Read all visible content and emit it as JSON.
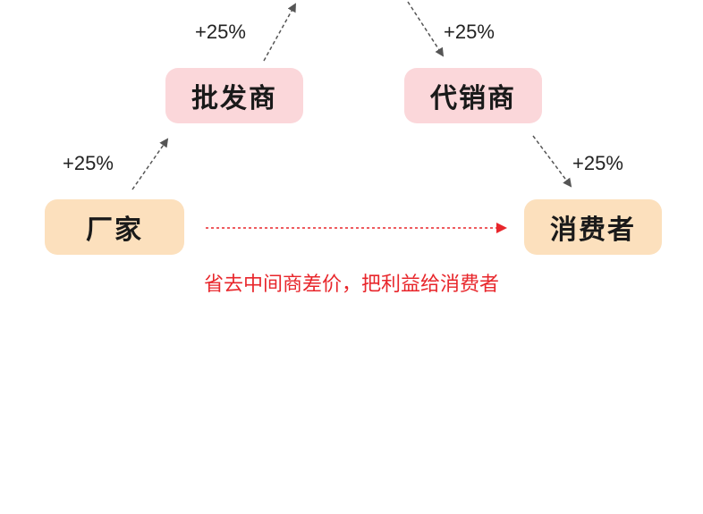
{
  "nodes": {
    "wholesaler": "批发商",
    "distributor": "代销商",
    "factory": "厂家",
    "consumer": "消费者"
  },
  "markups": {
    "factory_to_wholesaler": "+25%",
    "wholesaler_to_top": "+25%",
    "top_to_distributor": "+25%",
    "distributor_to_consumer": "+25%"
  },
  "note": "省去中间商差价，把利益给消费者",
  "colors": {
    "middleman_box": "#fbd7da",
    "endpoint_box": "#fce0bd",
    "note_text": "#e8262b",
    "direct_arrow": "#e8262b",
    "markup_arrow": "#555555"
  }
}
